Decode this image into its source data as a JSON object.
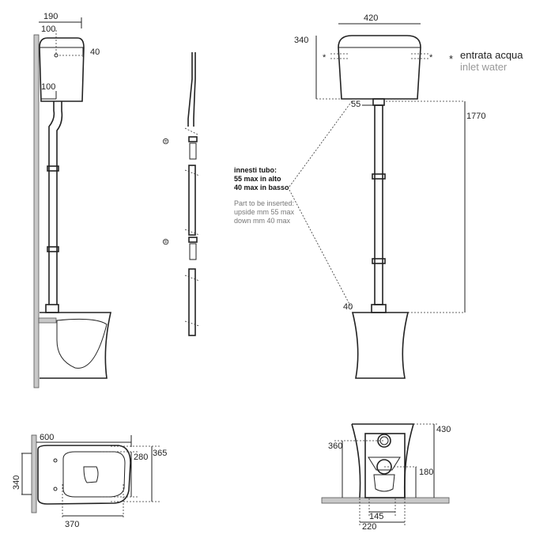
{
  "side_view": {
    "dims": [
      "190",
      "100",
      "40",
      "100"
    ]
  },
  "front_view": {
    "dims": [
      "420",
      "340",
      "55",
      "1770",
      "40"
    ]
  },
  "legend": {
    "symbol": "*",
    "it": "entrata acqua",
    "en": "inlet water"
  },
  "note": {
    "it": [
      "innesti tubo:",
      "55 max in alto",
      "40 max in basso"
    ],
    "en": [
      "Part to be inserted:",
      "upside mm 55 max",
      "down mm 40 max"
    ]
  },
  "plan_view": {
    "dims": [
      "600",
      "365",
      "280",
      "340",
      "370"
    ]
  },
  "rear_view": {
    "dims": [
      "430",
      "360",
      "180",
      "145",
      "220"
    ]
  }
}
